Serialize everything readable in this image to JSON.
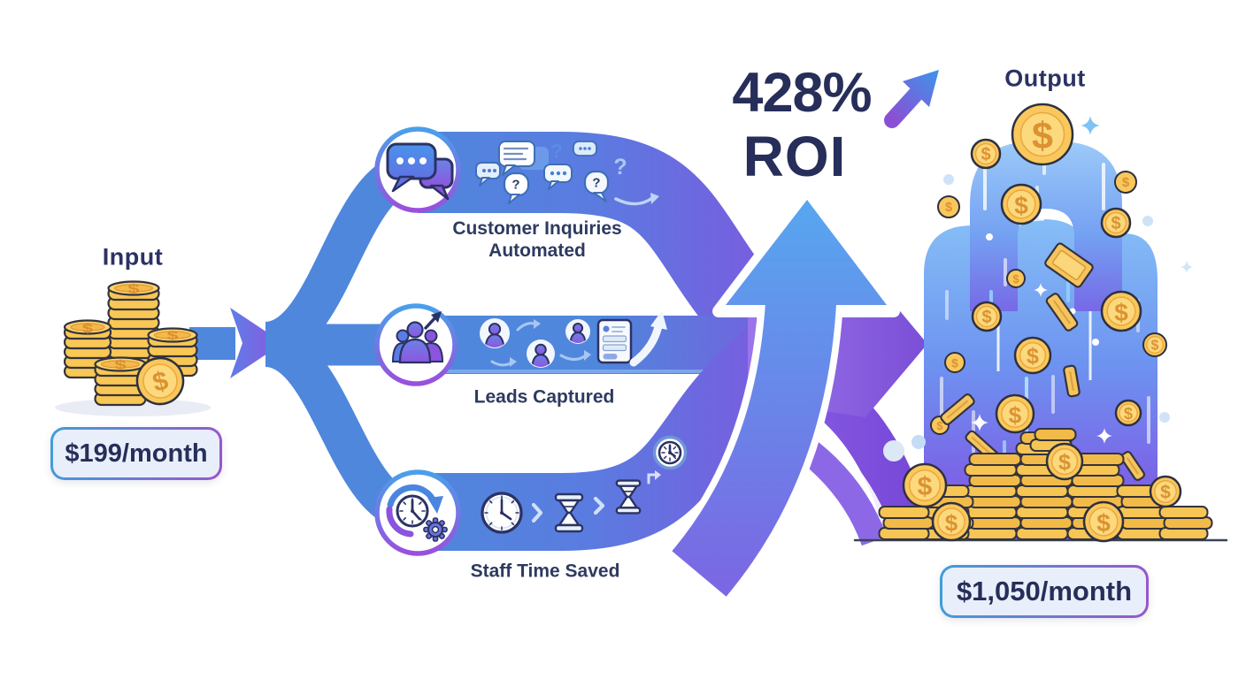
{
  "glyphs": {
    "dollar": "$",
    "question": "?"
  },
  "input": {
    "title": "Input",
    "amount": "$199/month"
  },
  "output": {
    "title": "Output",
    "amount": "$1,050/month"
  },
  "roi": {
    "value": "428%",
    "label": "ROI"
  },
  "branches": [
    {
      "icon": "chat-bubbles-icon",
      "label_line1": "Customer Inquiries",
      "label_line2": "Automated"
    },
    {
      "icon": "people-growth-icon",
      "label": "Leads Captured"
    },
    {
      "icon": "time-gear-icon",
      "label": "Staff Time Saved"
    }
  ],
  "colors": {
    "navy": "#2b3263",
    "band_blue": "#4f87dc",
    "purple": "#7c55dd",
    "gold": "#f6c44f",
    "light_blue": "#8ec5f5",
    "pill_bg": "#e9effa",
    "pill_border_left": "#3f9fd8",
    "pill_border_right": "#9a55cc"
  }
}
